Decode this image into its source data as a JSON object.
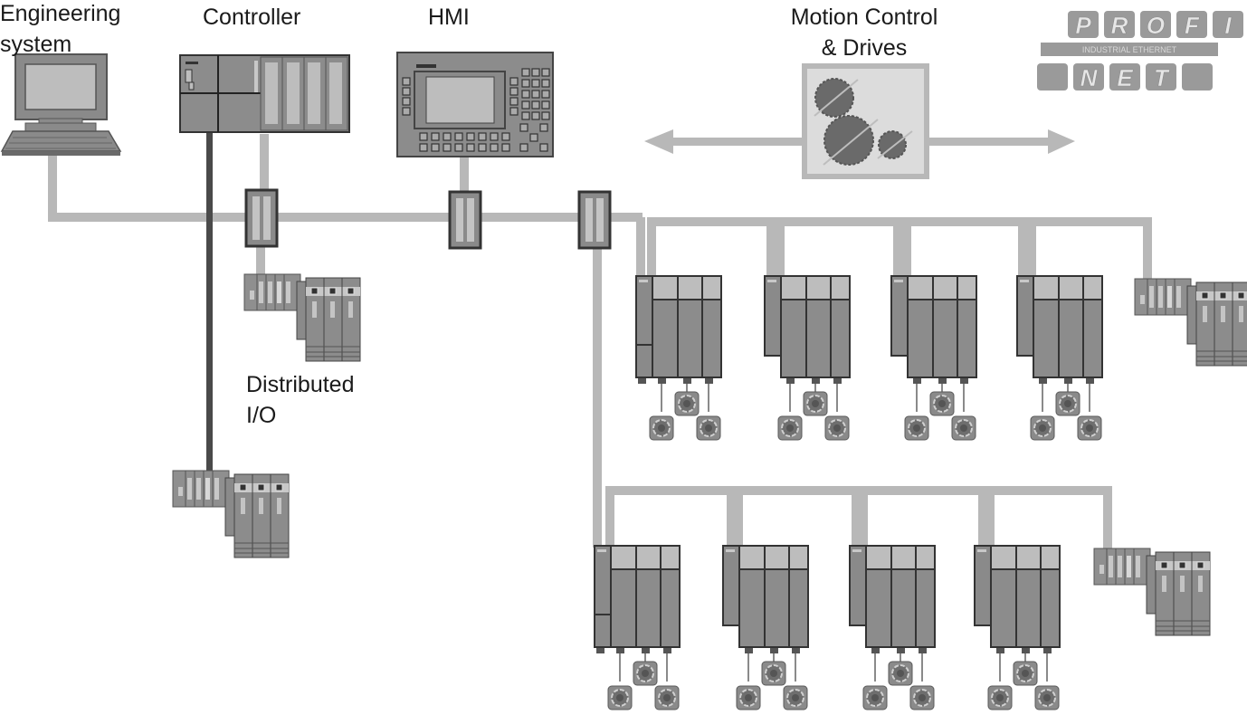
{
  "diagram": {
    "title": "PROFINET Industrial Ethernet network topology",
    "colors": {
      "background": "#ffffff",
      "cable": "#b8b8b8",
      "bus_dark": "#4a4a4a",
      "device_body": "#8c8c8c",
      "device_light": "#bdbdbd",
      "device_outline": "#333333",
      "label_text": "#1a1a1a"
    },
    "labels": {
      "engineering_line1": "Engineering",
      "engineering_line2": "system",
      "controller": "Controller",
      "hmi": "HMI",
      "motion_line1": "Motion Control",
      "motion_line2": "& Drives",
      "dio_line1": "Distributed",
      "dio_line2": "I/O"
    },
    "logo": {
      "top_letters": [
        "P",
        "R",
        "O",
        "F",
        "I"
      ],
      "band_text": "INDUSTRIAL ETHERNET",
      "bottom_letters": [
        "",
        "N",
        "E",
        "T",
        ""
      ]
    },
    "nodes": {
      "engineering_system": "PC workstation",
      "controller": "PLC rack",
      "hmi": "operator panel",
      "switches": 3,
      "distributed_io_units": 4,
      "drive_systems_row1": 4,
      "drive_systems_row2": 4,
      "motors_per_drive": 3
    }
  }
}
